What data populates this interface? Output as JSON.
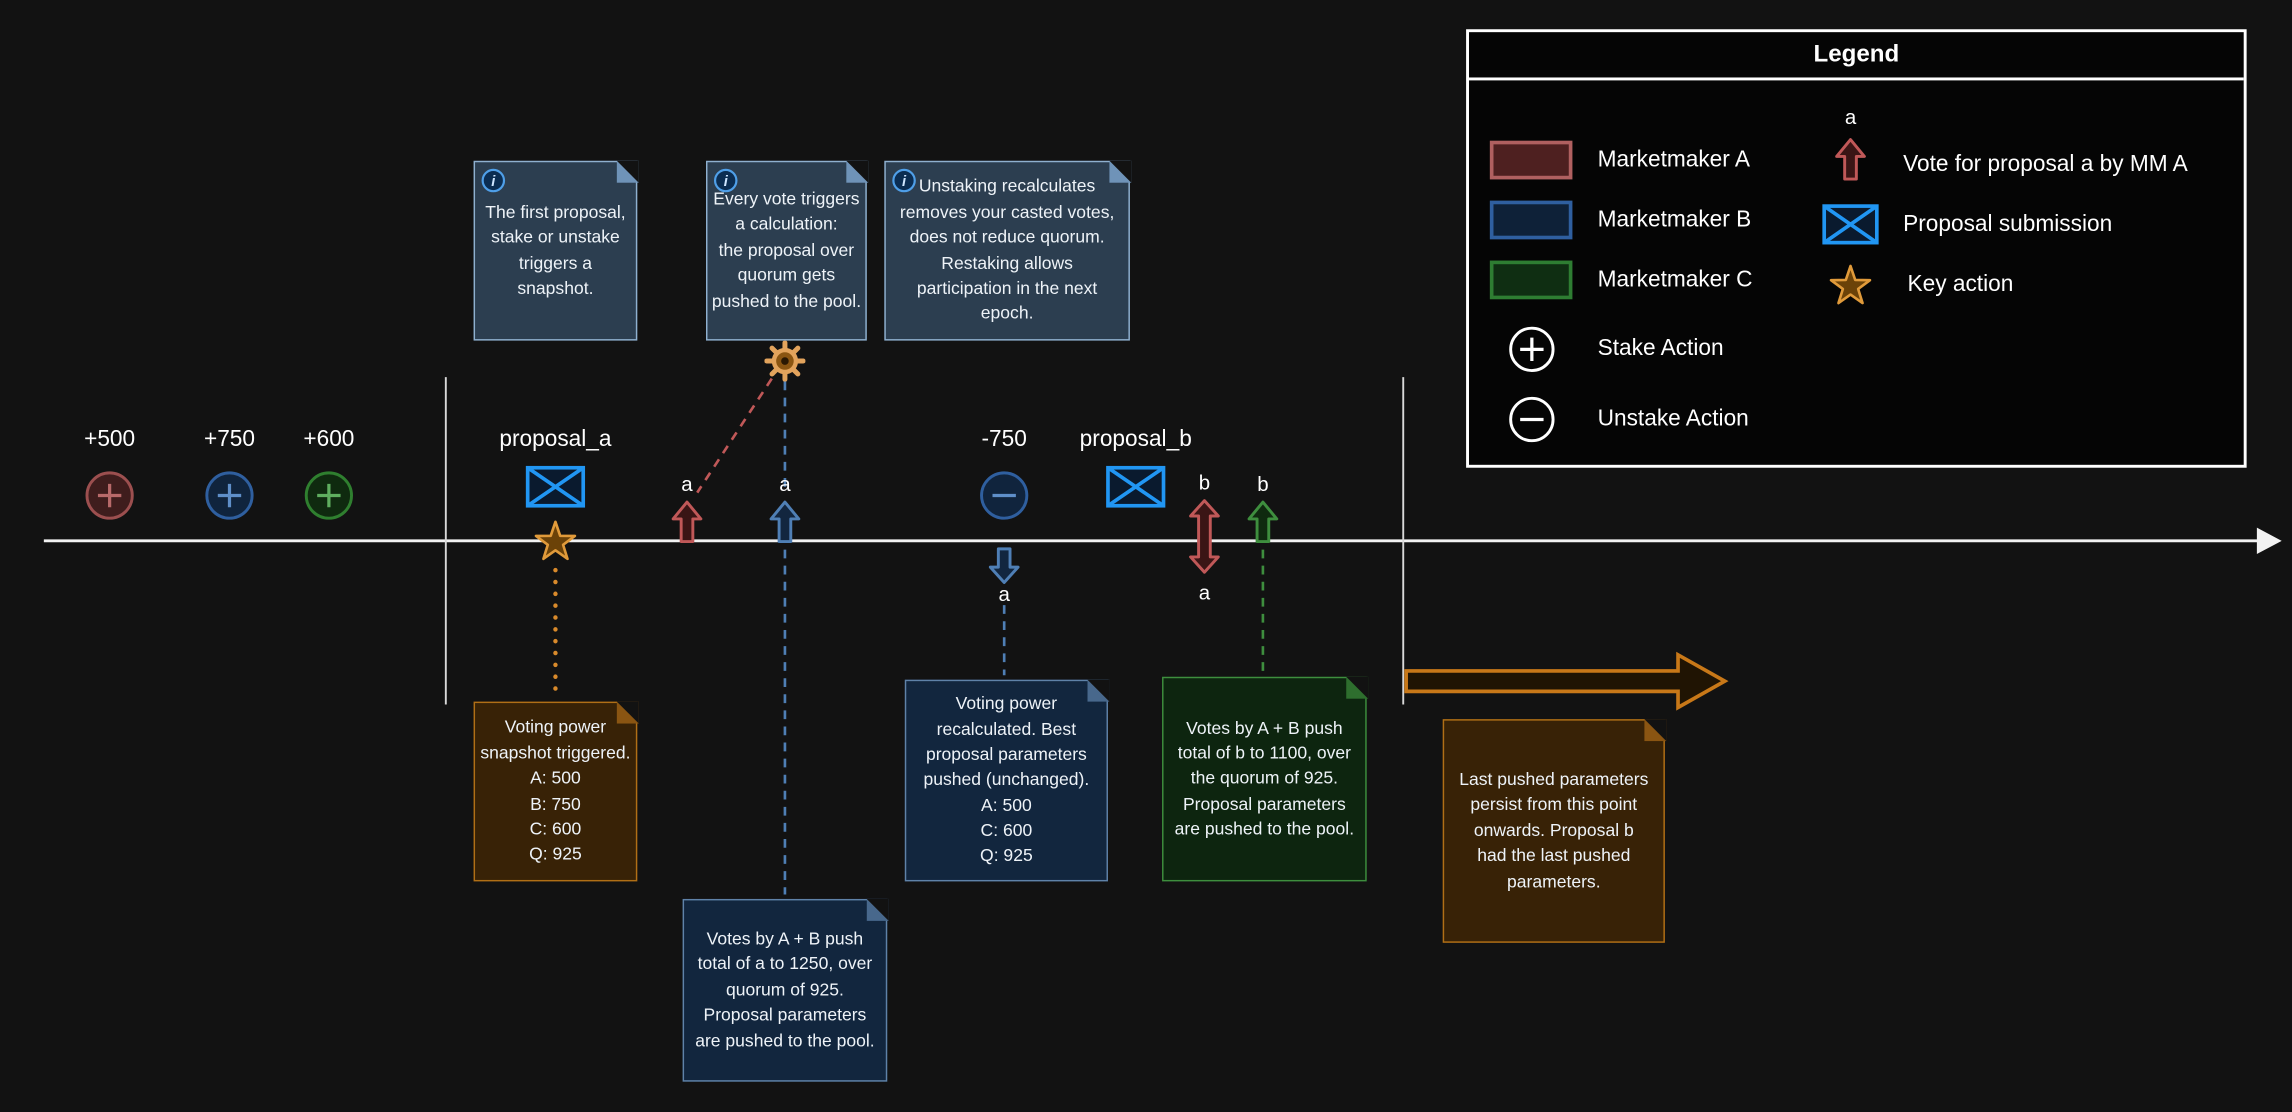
{
  "colors": {
    "background": "#121212",
    "timeline": "#f2f2f2",
    "marketmaker_a": "#b06060",
    "marketmaker_b": "#3467a8",
    "marketmaker_c": "#2e7d32",
    "proposal_blue": "#2196f3",
    "key_action_orange": "#d98a2b",
    "info_note_border": "#8fb0cf",
    "orange_note_border": "#b06f16",
    "blue_note_border": "#5f82a8",
    "green_note_border": "#3e8e3e"
  },
  "legend": {
    "title": "Legend",
    "marketmaker_a": "Marketmaker A",
    "marketmaker_b": "Marketmaker B",
    "marketmaker_c": "Marketmaker C",
    "stake": "Stake Action",
    "unstake": "Unstake Action",
    "vote_letter": "a",
    "vote": "Vote for proposal a by MM A",
    "proposal": "Proposal submission",
    "key_action": "Key action"
  },
  "timeline": {
    "stake_labels": [
      "+500",
      "+750",
      "+600"
    ],
    "proposal_a": "proposal_a",
    "unstake_label": "-750",
    "proposal_b": "proposal_b",
    "vote_labels": {
      "a_by_mma": "a",
      "a_by_mmb": "a",
      "a_recalled_mmb": "a",
      "b_by_mma": "b",
      "a_recalled_mma": "a",
      "b_by_mmc": "b"
    }
  },
  "info_notes": [
    {
      "lines": [
        "The first proposal,",
        "stake or unstake",
        "triggers a",
        "snapshot."
      ]
    },
    {
      "lines": [
        "Every vote triggers",
        "a calculation:",
        "the proposal over",
        "quorum gets",
        "pushed to the pool."
      ]
    },
    {
      "lines": [
        "Unstaking recalculates",
        "removes your casted votes,",
        "does not reduce quorum.",
        "Restaking allows",
        "participation in the next",
        "epoch."
      ]
    }
  ],
  "event_notes": {
    "snapshot": {
      "lines": [
        "Voting power",
        "snapshot triggered.",
        "A: 500",
        "B: 750",
        "C: 600",
        "Q: 925"
      ]
    },
    "push_a": {
      "lines": [
        "Votes by A + B push",
        "total of a to 1250, over",
        "quorum of 925.",
        "Proposal parameters",
        "are pushed to the pool."
      ]
    },
    "recalc": {
      "lines": [
        "Voting power",
        "recalculated. Best",
        "proposal parameters",
        "pushed (unchanged).",
        "A: 500",
        "C: 600",
        "Q: 925"
      ]
    },
    "push_b": {
      "lines": [
        "Votes by A + B push",
        "total of b to 1100, over",
        "the quorum of 925.",
        "Proposal parameters",
        "are pushed to the pool."
      ]
    },
    "persist": {
      "lines": [
        "Last pushed parameters",
        "persist from this point",
        "onwards. Proposal b",
        "had the last pushed",
        "parameters."
      ]
    }
  }
}
